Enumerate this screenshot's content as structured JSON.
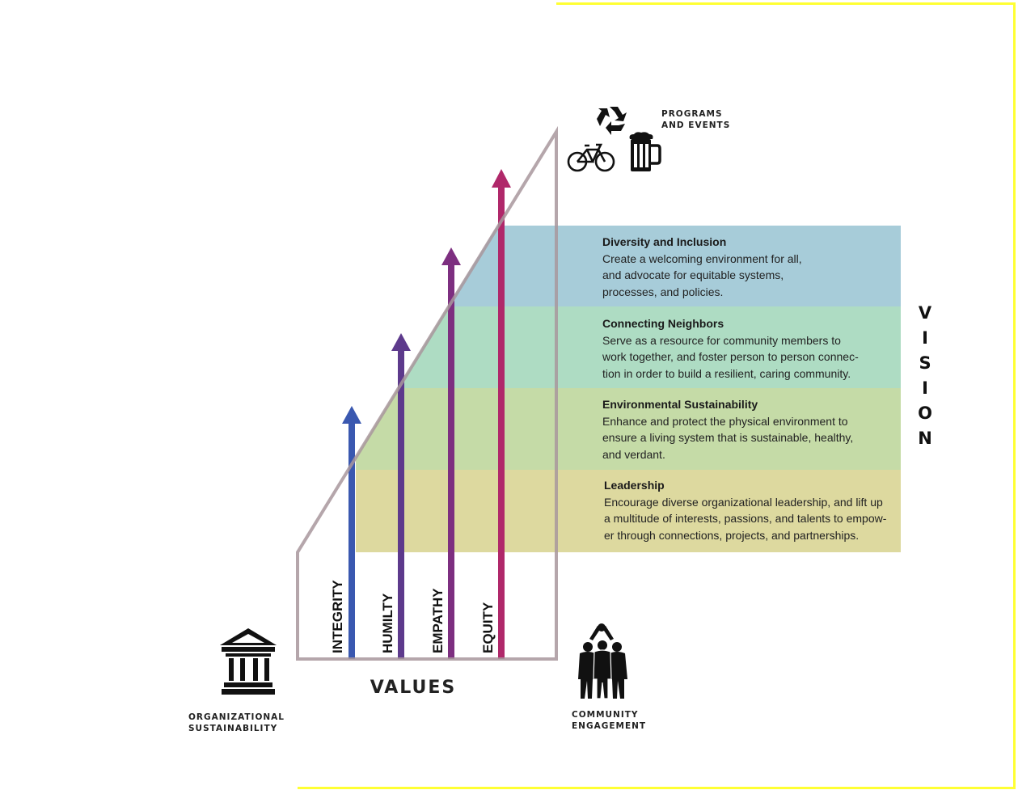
{
  "colors": {
    "border": "#ffff33",
    "band_diversity": "#a7ccd9",
    "band_connecting": "#aedcc3",
    "band_environmental": "#c5dba7",
    "band_leadership": "#ddd99f",
    "triangle_outline": "#a8969c",
    "arrow_integrity": "#3a58b0",
    "arrow_humility": "#5d3a8c",
    "arrow_empathy": "#7d2f80",
    "arrow_equity": "#b0286a"
  },
  "programs": {
    "line1": "PROGRAMS",
    "line2": "AND EVENTS",
    "icons": [
      "recycle-icon",
      "bicycle-icon",
      "beer-mug-icon"
    ]
  },
  "bands": [
    {
      "title": "Diversity and Inclusion",
      "body": [
        "Create a welcoming environment for all,",
        "and advocate for equitable systems,",
        "processes, and policies."
      ]
    },
    {
      "title": "Connecting Neighbors",
      "body": [
        "Serve as a resource for community members to",
        "work together, and foster person to person connec-",
        "tion in order to build a resilient, caring community."
      ]
    },
    {
      "title": "Environmental Sustainability",
      "body": [
        "Enhance and protect the physical environment to",
        "ensure a living system that is sustainable, healthy,",
        "and verdant."
      ]
    },
    {
      "title": "Leadership",
      "body": [
        "Encourage diverse organizational leadership, and lift up",
        "a multitude of interests, passions, and talents to empow-",
        "er through connections, projects, and partnerships."
      ]
    }
  ],
  "vision": [
    "V",
    "I",
    "S",
    "I",
    "O",
    "N"
  ],
  "values": {
    "title": "VALUES",
    "items": [
      "INTEGRITY",
      "HUMILTY",
      "EMPATHY",
      "EQUITY"
    ]
  },
  "organizational": {
    "line1": "ORGANIZATIONAL",
    "line2": "SUSTAINABILITY",
    "icon": "classical-building-icon"
  },
  "community": {
    "line1": "COMMUNITY",
    "line2": "ENGAGEMENT",
    "icon": "people-group-icon"
  }
}
